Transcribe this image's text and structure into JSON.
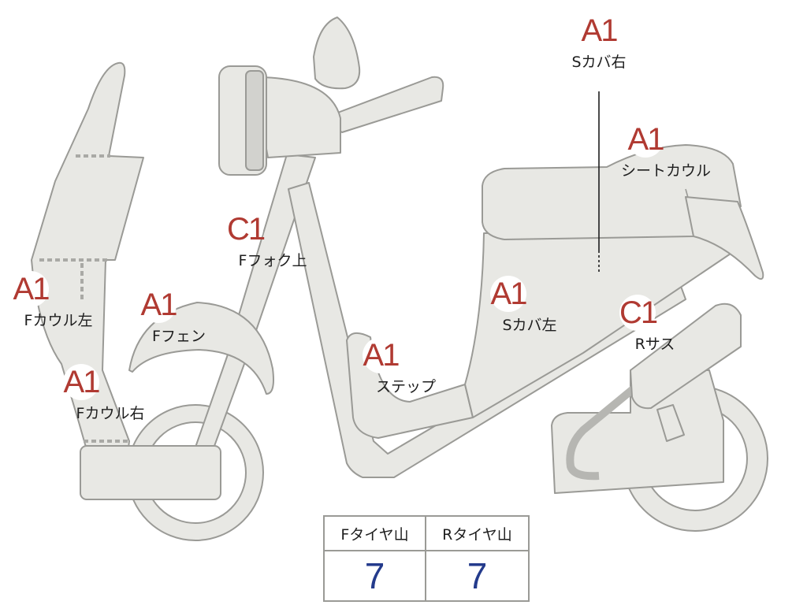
{
  "markers": [
    {
      "code": "A1",
      "label": "Sカバ右"
    },
    {
      "code": "A1",
      "label": "シートカウル"
    },
    {
      "code": "C1",
      "label": "Fフォク上"
    },
    {
      "code": "A1",
      "label": "Fカウル左"
    },
    {
      "code": "A1",
      "label": "Fフェン"
    },
    {
      "code": "A1",
      "label": "Sカバ左"
    },
    {
      "code": "C1",
      "label": "Rサス"
    },
    {
      "code": "A1",
      "label": "ステップ"
    },
    {
      "code": "A1",
      "label": "Fカウル右"
    }
  ],
  "tire_table": {
    "headers": [
      "Fタイヤ山",
      "Rタイヤ山"
    ],
    "values": [
      "7",
      "7"
    ]
  },
  "colors": {
    "code_text": "#b03a32",
    "table_value": "#243b8c",
    "part_fill": "#e8e8e4",
    "outline": "#9a9a96"
  }
}
